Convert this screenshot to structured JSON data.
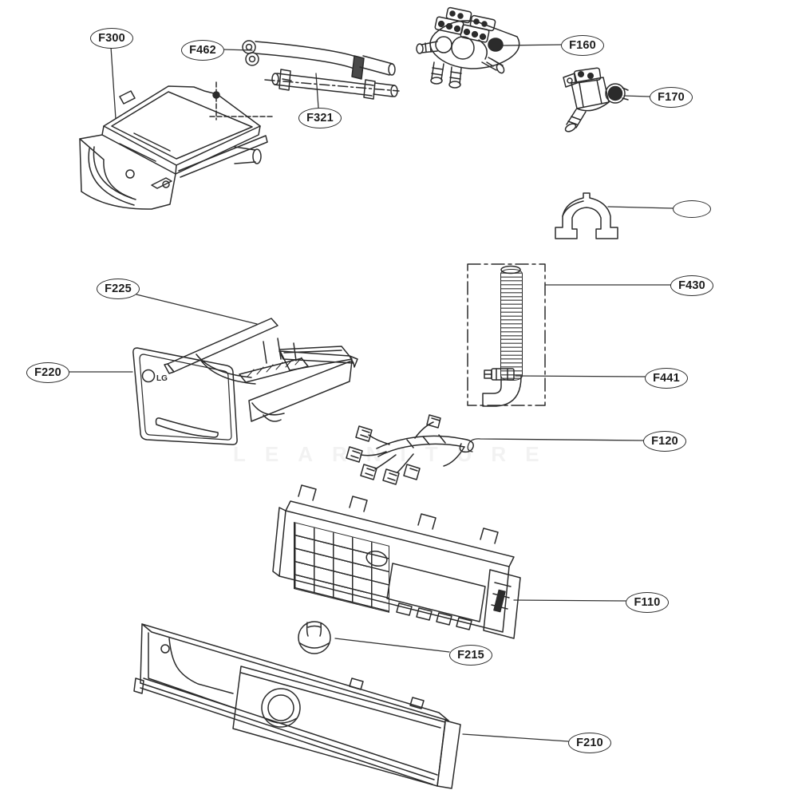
{
  "diagram": {
    "watermark": "LEARNITURE",
    "drawer_logo": "LG",
    "callouts": [
      {
        "id": "F300",
        "label": "F300",
        "part": "dispenser-top-assembly"
      },
      {
        "id": "F462",
        "label": "F462",
        "part": "inlet-hose-upper"
      },
      {
        "id": "F321",
        "label": "F321",
        "part": "inlet-hose-lower"
      },
      {
        "id": "F160",
        "label": "F160",
        "part": "water-inlet-valve-assembly"
      },
      {
        "id": "F170",
        "label": "F170",
        "part": "water-inlet-valve-single"
      },
      {
        "id": "",
        "label": "",
        "part": "hose-guide-bracket"
      },
      {
        "id": "F225",
        "label": "F225",
        "part": "drawer-rail"
      },
      {
        "id": "F220",
        "label": "F220",
        "part": "dispenser-drawer"
      },
      {
        "id": "F430",
        "label": "F430",
        "part": "corrugated-hose"
      },
      {
        "id": "F441",
        "label": "F441",
        "part": "hose-clamp"
      },
      {
        "id": "F120",
        "label": "F120",
        "part": "wire-harness"
      },
      {
        "id": "F110",
        "label": "F110",
        "part": "display-control-board"
      },
      {
        "id": "F215",
        "label": "F215",
        "part": "control-knob"
      },
      {
        "id": "F210",
        "label": "F210",
        "part": "control-panel"
      }
    ]
  }
}
